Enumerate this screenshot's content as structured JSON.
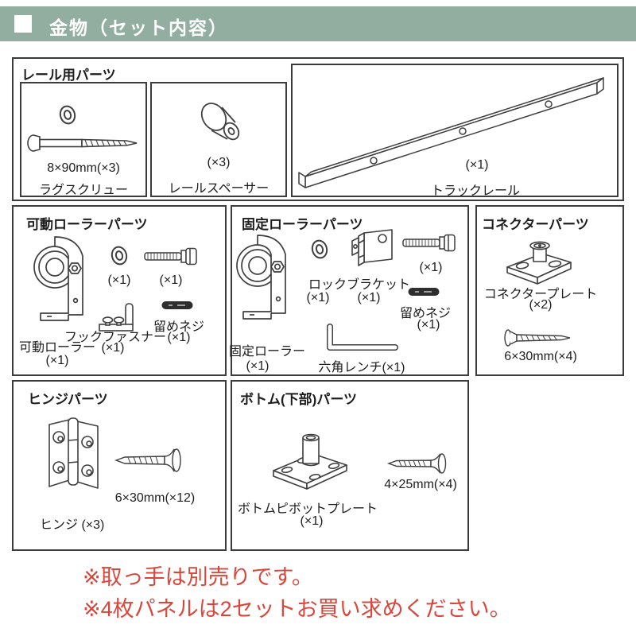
{
  "header": {
    "title": "金物（セット内容）"
  },
  "rail_section": {
    "title": "レール用パーツ",
    "lag_screw": {
      "size": "8×90mm(×3)",
      "name": "ラグスクリュー"
    },
    "spacer": {
      "qty": "(×3)",
      "name": "レールスペーサー"
    },
    "track_rail": {
      "qty": "(×1)",
      "name": "トラックレール"
    }
  },
  "movable_roller_section": {
    "title": "可動ローラーパーツ",
    "roller_name": "可動ローラー",
    "roller_qty": "(×1)",
    "washer_qty": "(×1)",
    "bolt_qty": "(×1)",
    "hook_name": "フックファスナー",
    "hook_qty": "(×1)",
    "setscrew_name": "留めネジ",
    "setscrew_qty": "(×1)"
  },
  "fixed_roller_section": {
    "title": "固定ローラーパーツ",
    "roller_name": "固定ローラー",
    "roller_qty": "(×1)",
    "washer_qty": "(×1)",
    "bracket_name": "ロックブラケット",
    "bracket_qty": "(×1)",
    "bolt_qty": "(×1)",
    "setscrew_name": "留めネジ",
    "setscrew_qty": "(×1)",
    "wrench_name": "六角レンチ(×1)"
  },
  "connector_section": {
    "title": "コネクターパーツ",
    "plate_name": "コネクタープレート",
    "plate_qty": "(×2)",
    "screw_size": "6×30mm(×4)"
  },
  "hinge_section": {
    "title": "ヒンジパーツ",
    "hinge_name": "ヒンジ (×3)",
    "screw_size": "6×30mm(×12)"
  },
  "bottom_section": {
    "title": "ボトム(下部)パーツ",
    "plate_name": "ボトムピボットプレート",
    "plate_qty": "(×1)",
    "screw_size": "4×25mm(×4)"
  },
  "notes": {
    "line1": "※取っ手は別売りです。",
    "line2": "※4枚パネルは2セットお買い求めください。"
  },
  "colors": {
    "header_bg": "#92AEA1",
    "note_red": "#D9473C",
    "border": "#3C3C3C"
  }
}
